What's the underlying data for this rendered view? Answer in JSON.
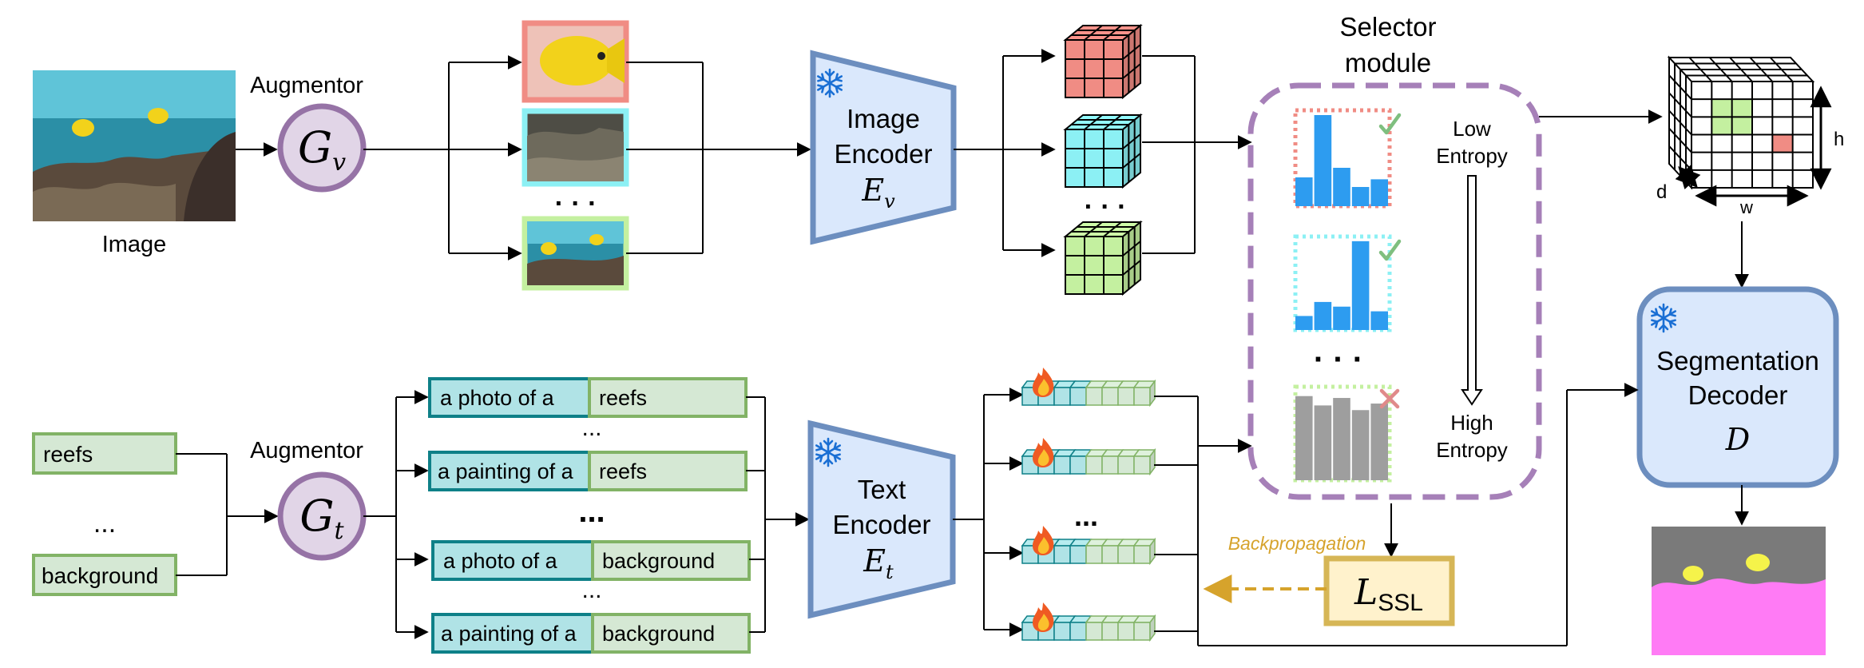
{
  "image_label": "Image",
  "augmentor_label": "Augmentor",
  "g_v": {
    "sym": "G",
    "sub": "v"
  },
  "g_t": {
    "sym": "G",
    "sub": "t"
  },
  "ellipsis": "· · ·",
  "text_ellipsis": "...",
  "image_encoder": {
    "line1": "Image",
    "line2": "Encoder",
    "sym": "E",
    "sub": "v"
  },
  "text_encoder": {
    "line1": "Text",
    "line2": "Encoder",
    "sym": "E",
    "sub": "t"
  },
  "selector": {
    "line1": "Selector",
    "line2": "module",
    "low1": "Low",
    "low2": "Entropy",
    "high1": "High",
    "high2": "Entropy"
  },
  "dims": {
    "h": "h",
    "d": "d",
    "w": "w"
  },
  "decoder": {
    "line1": "Segmentation",
    "line2": "Decoder",
    "sym": "D"
  },
  "loss": {
    "sym": "L",
    "sub": "SSL"
  },
  "backprop_label": "Backpropagation",
  "class_names": [
    "reefs",
    "background"
  ],
  "prompts": [
    {
      "template": "a photo of a",
      "cls": "reefs"
    },
    {
      "template": "a painting of a",
      "cls": "reefs"
    },
    {
      "template": "a photo of a",
      "cls": "background"
    },
    {
      "template": "a painting of a",
      "cls": "background"
    }
  ],
  "colors": {
    "feature_red": "#f08c84",
    "feature_cyan": "#8cf0f4",
    "feature_green": "#c4f0a0",
    "encoder_fill": "#dae8fc",
    "encoder_stroke": "#6c8ebf",
    "augmentor_fill": "#e1d5e7",
    "augmentor_stroke": "#9673a6",
    "prompt_teal": "#b0e3e6",
    "prompt_teal_stroke": "#0e8088",
    "prompt_green": "#d5e8d4",
    "prompt_green_stroke": "#82b366",
    "loss_fill": "#fff2cc",
    "loss_stroke": "#d6b656",
    "selector_dash": "#a680b8",
    "hist_blue": "#2d9cf0",
    "hist_gray": "#9e9e9e",
    "backprop": "#d6a32c"
  },
  "icons": [
    "snowflake-icon",
    "fire-icon",
    "check-icon",
    "cross-icon"
  ]
}
